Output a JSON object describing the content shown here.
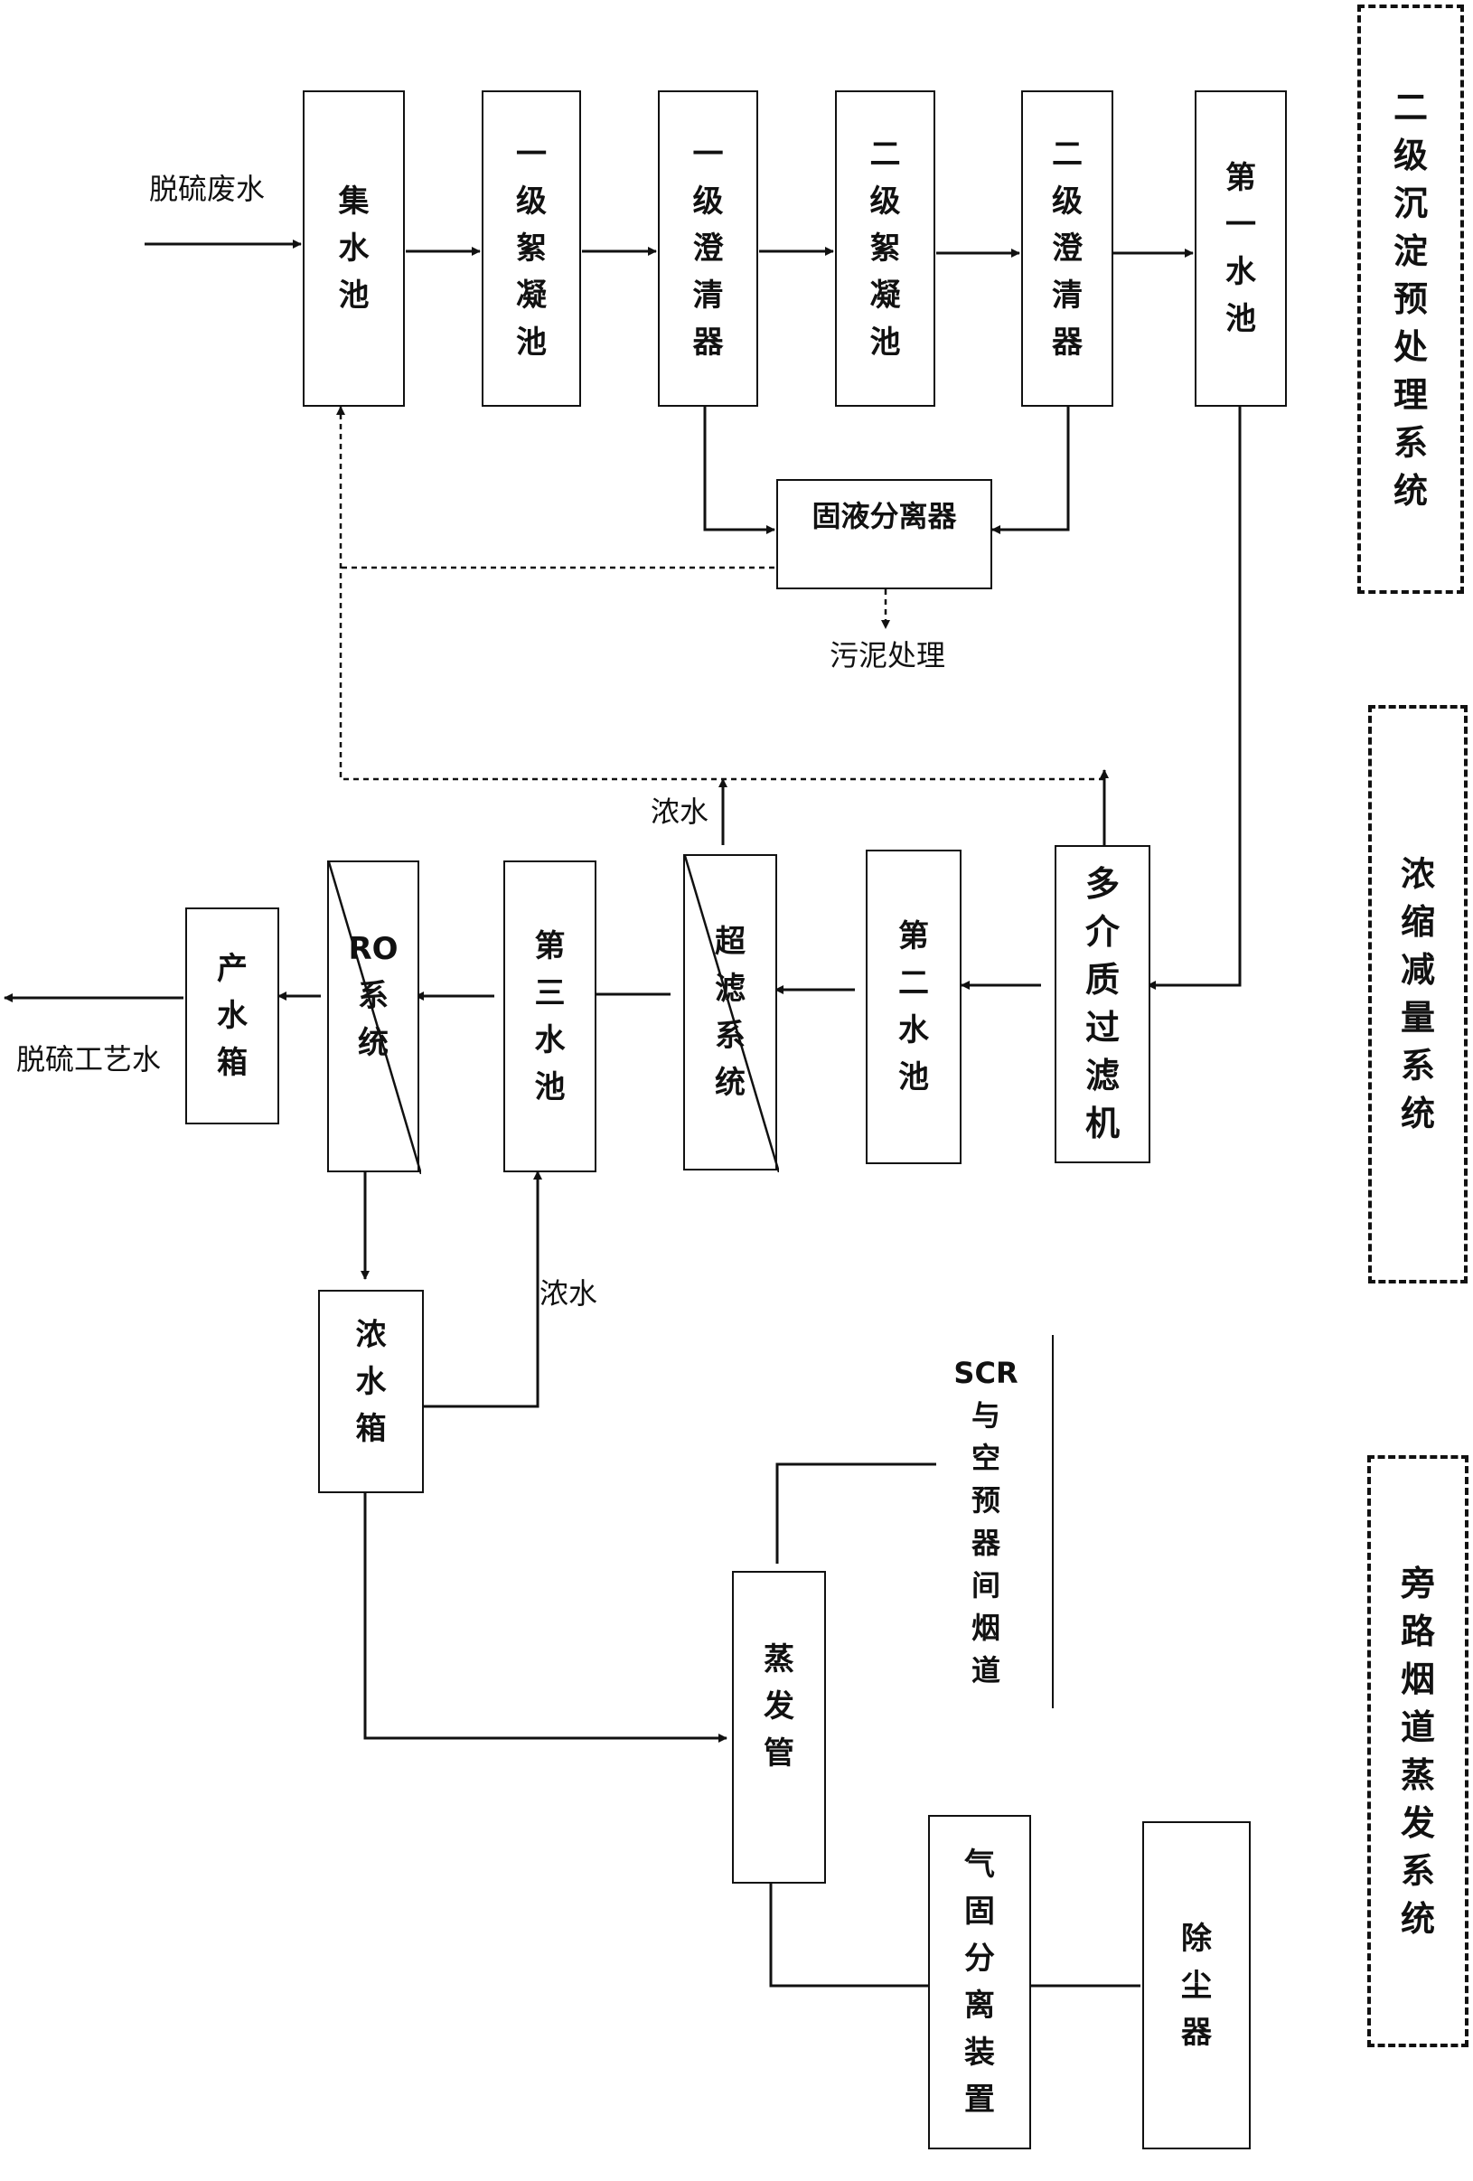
{
  "boxes": {
    "collect_pool": [
      "集",
      "水",
      "池"
    ],
    "floc1": [
      "一",
      "级",
      "絮",
      "凝",
      "池"
    ],
    "clar1": [
      "一",
      "级",
      "澄",
      "清",
      "器"
    ],
    "floc2": [
      "二",
      "级",
      "絮",
      "凝",
      "池"
    ],
    "clar2": [
      "二",
      "级",
      "澄",
      "清",
      "器"
    ],
    "pool1": [
      "第",
      "一",
      "水",
      "池"
    ],
    "sl_sep": "固液分离器",
    "mmf": [
      "多",
      "介",
      "质",
      "过",
      "滤",
      "机"
    ],
    "pool2": [
      "第",
      "二",
      "水",
      "池"
    ],
    "uf": [
      "超",
      "滤",
      "系",
      "统"
    ],
    "pool3": [
      "第",
      "三",
      "水",
      "池"
    ],
    "ro": [
      "RO",
      "系",
      "统"
    ],
    "product_tank": [
      "产",
      "水",
      "箱"
    ],
    "conc_tank": [
      "浓",
      "水",
      "箱"
    ],
    "scr": [
      "SCR",
      "与",
      "空",
      "预",
      "器",
      "间",
      "烟",
      "道"
    ],
    "evap": [
      "蒸",
      "发",
      "管"
    ],
    "gs_sep": [
      "气",
      "固",
      "分",
      "离",
      "装",
      "置"
    ],
    "dust": [
      "除",
      "尘",
      "器"
    ]
  },
  "labels": {
    "inlet": "脱硫废水",
    "sludge": "污泥处理",
    "conc_uf": "浓水",
    "conc_ro": "浓水",
    "outlet": "脱硫工艺水"
  },
  "systems": {
    "pretreat": [
      "二",
      "级",
      "沉",
      "淀",
      "预",
      "处",
      "理",
      "系",
      "统"
    ],
    "concentrate": [
      "浓",
      "缩",
      "减",
      "量",
      "系",
      "统"
    ],
    "bypass": [
      "旁",
      "路",
      "烟",
      "道",
      "蒸",
      "发",
      "系",
      "统"
    ]
  }
}
